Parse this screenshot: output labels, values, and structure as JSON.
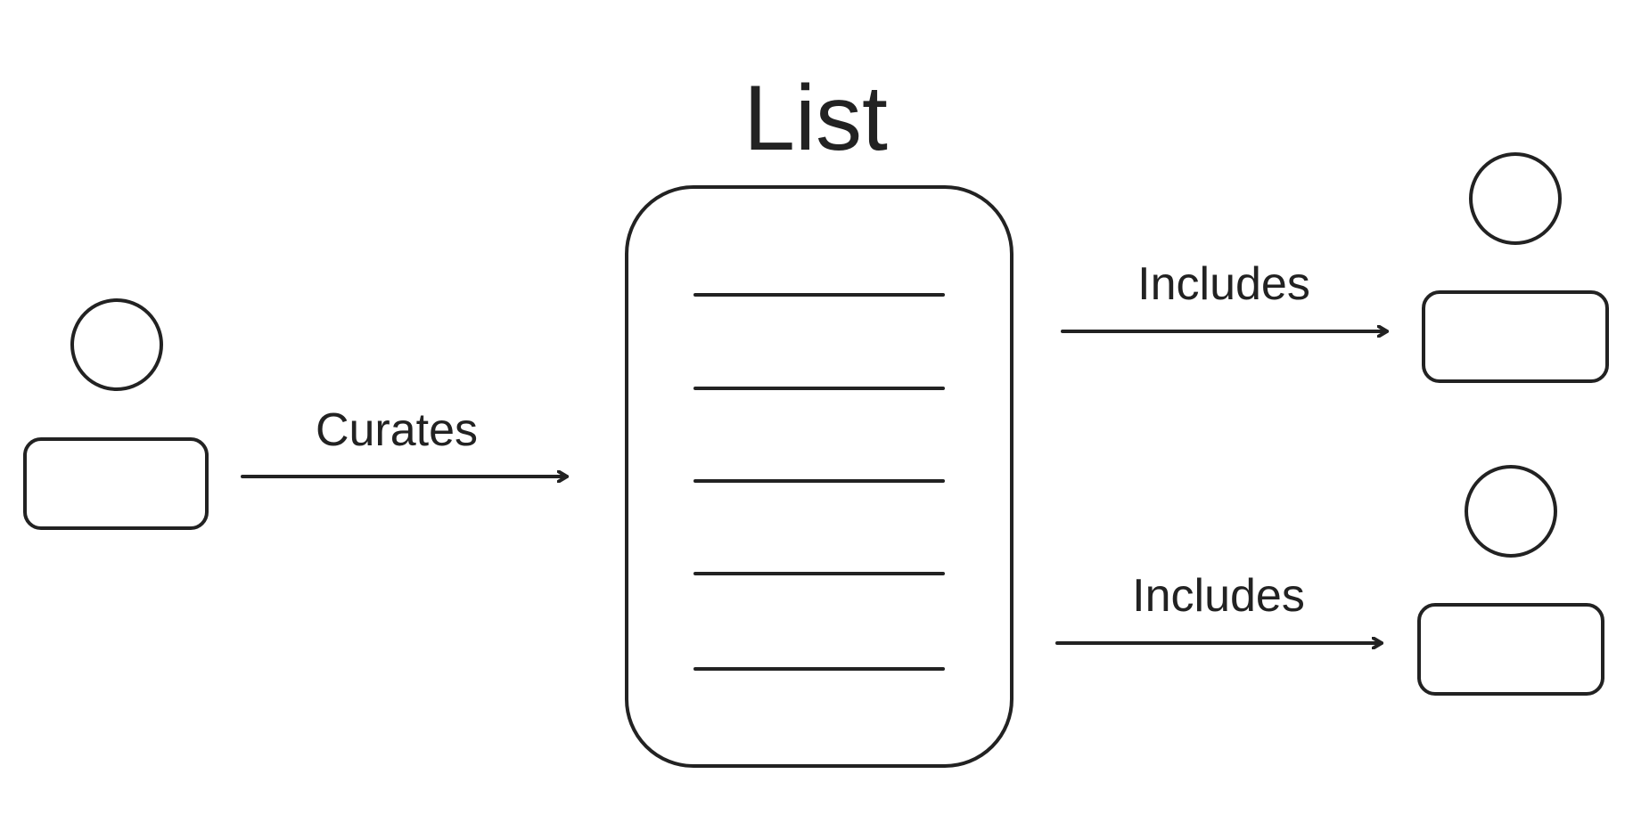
{
  "diagram": {
    "title": "List",
    "curator": {
      "icon": "person-icon"
    },
    "list_box": {
      "icon": "list-document-icon",
      "line_count": 5
    },
    "edges": {
      "curates": "Curates",
      "includes_top": "Includes",
      "includes_bottom": "Includes"
    },
    "members": [
      {
        "icon": "person-icon"
      },
      {
        "icon": "person-icon"
      }
    ],
    "colors": {
      "stroke": "#222222",
      "background": "#ffffff"
    }
  }
}
